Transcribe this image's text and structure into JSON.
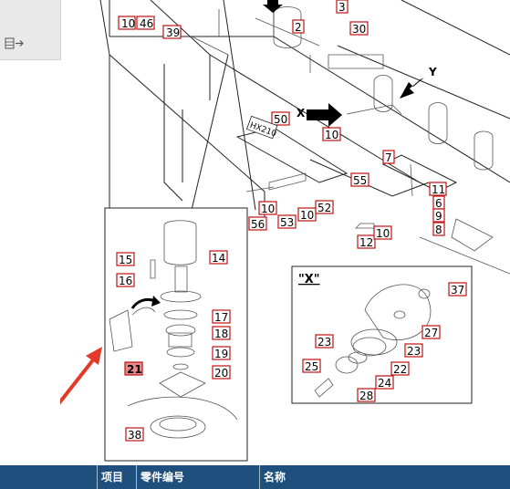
{
  "sidebar": {
    "collapse_icon": "collapse-right-icon"
  },
  "diagram": {
    "callouts": [
      "10",
      "46",
      "39",
      "2",
      "3",
      "30",
      "50",
      "10",
      "HX210",
      "7",
      "55",
      "11",
      "6",
      "9",
      "8",
      "10",
      "53",
      "10",
      "52",
      "56",
      "12",
      "10",
      "14",
      "15",
      "16",
      "17",
      "18",
      "19",
      "20",
      "21",
      "38",
      "37",
      "27",
      "23",
      "22",
      "24",
      "28",
      "23",
      "25"
    ],
    "view_label": "\"X\"",
    "arrow_x_label": "X",
    "arrow_y_label": "Y"
  },
  "table": {
    "columns": [
      "项目",
      "零件编号",
      "名称"
    ]
  },
  "colors": {
    "header_bg": "#1e4f7d",
    "callout_border": "#c21010",
    "annotation_arrow": "#e23a2a"
  }
}
